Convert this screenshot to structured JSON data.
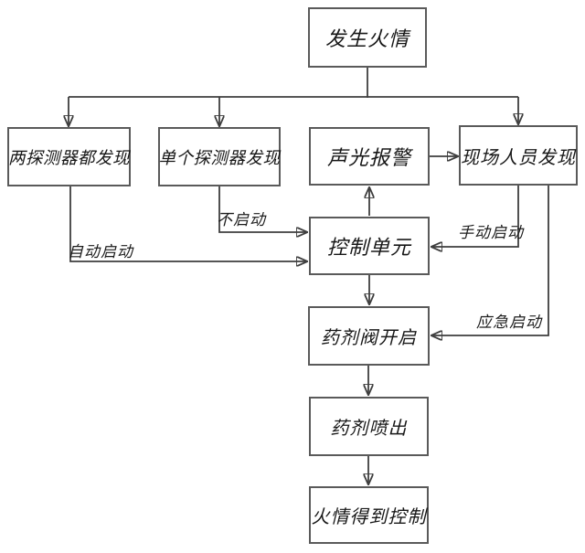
{
  "diagram": {
    "title_hint": "fire-suppression system activation flowchart",
    "background_color": "#ffffff",
    "line_color": "#3e3e3e",
    "box_border_color": "#5a5a5a",
    "text_color": "#171717"
  },
  "nodes": {
    "fire_start": {
      "label": "发生火情"
    },
    "both_detectors": {
      "label": "两探测器都发现"
    },
    "single_detector": {
      "label": "单个探测器发现"
    },
    "sound_light_alarm": {
      "label": "声光报警"
    },
    "personnel_found": {
      "label": "现场人员发现"
    },
    "control_unit": {
      "label": "控制单元"
    },
    "agent_valve_open": {
      "label": "药剂阀开启"
    },
    "agent_spray": {
      "label": "药剂喷出"
    },
    "fire_controlled": {
      "label": "火情得到控制"
    }
  },
  "edge_labels": {
    "auto_start": {
      "label": "自动启动"
    },
    "no_start": {
      "label": "不启动"
    },
    "manual_start": {
      "label": "手动启动"
    },
    "emergency_start": {
      "label": "应急启动"
    }
  },
  "connections": [
    {
      "from": "发生火情",
      "to": "两探测器都发现",
      "label": ""
    },
    {
      "from": "发生火情",
      "to": "单个探测器发现",
      "label": ""
    },
    {
      "from": "发生火情",
      "to": "现场人员发现",
      "label": ""
    },
    {
      "from": "声光报警",
      "to": "现场人员发现",
      "label": ""
    },
    {
      "from": "控制单元",
      "to": "声光报警",
      "label": ""
    },
    {
      "from": "两探测器都发现",
      "to": "控制单元",
      "label": "自动启动"
    },
    {
      "from": "单个探测器发现",
      "to": "控制单元",
      "label": "不启动"
    },
    {
      "from": "现场人员发现",
      "to": "控制单元",
      "label": "手动启动"
    },
    {
      "from": "现场人员发现",
      "to": "药剂阀开启",
      "label": "应急启动"
    },
    {
      "from": "控制单元",
      "to": "药剂阀开启",
      "label": ""
    },
    {
      "from": "药剂阀开启",
      "to": "药剂喷出",
      "label": ""
    },
    {
      "from": "药剂喷出",
      "to": "火情得到控制",
      "label": ""
    }
  ]
}
